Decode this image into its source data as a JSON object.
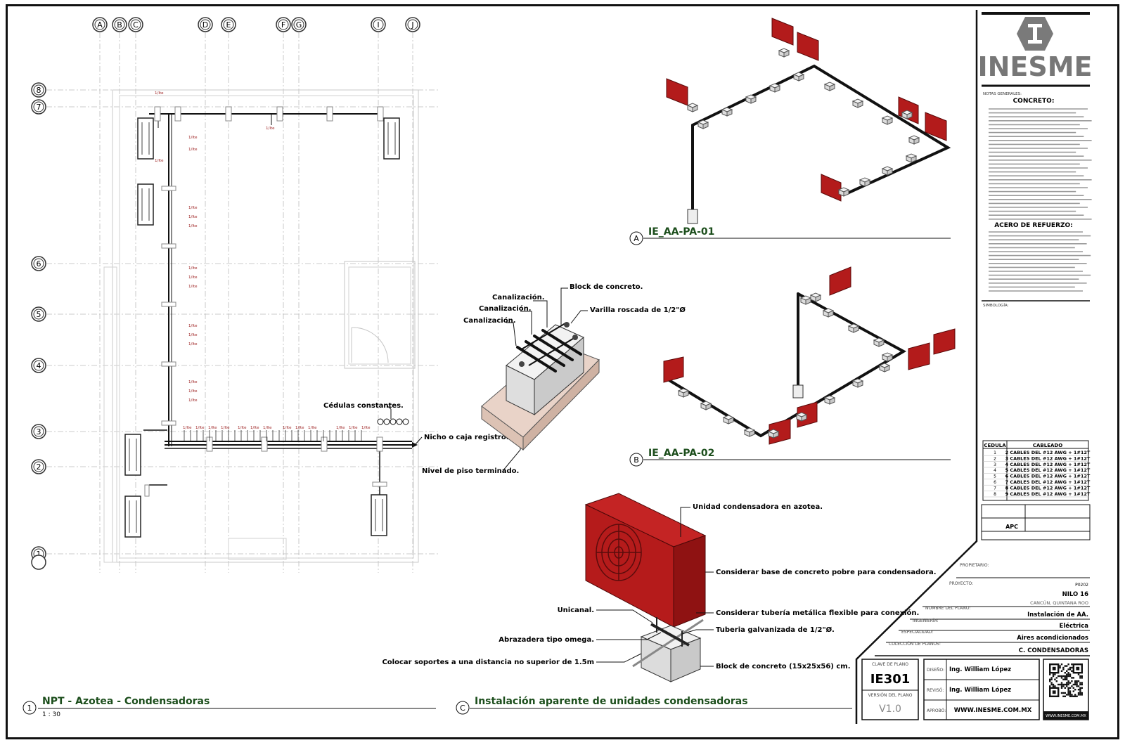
{
  "grid": {
    "columns": [
      "A",
      "B",
      "C",
      "D",
      "E",
      "F",
      "G",
      "I",
      "J"
    ],
    "rows": [
      "8",
      "7",
      "6",
      "5",
      "4",
      "3",
      "2",
      "1"
    ]
  },
  "plan": {
    "circuit_label": "1/Ite",
    "view_number": "1",
    "view_title": "NPT - Azotea - Condensadoras",
    "scale": "1 : 30",
    "callouts": {
      "cedulas": "Cédulas constantes.",
      "nicho": "Nicho o caja registro.",
      "nivel": "Nivel de piso terminado."
    }
  },
  "block_detail": {
    "canalizacion_1": "Canalización.",
    "canalizacion_2": "Canalización.",
    "canalizacion_3": "Canalización.",
    "block": "Block de concreto.",
    "varilla": "Varilla roscada de 1/2\"Ø"
  },
  "iso_a": {
    "letter": "A",
    "title": "IE_AA-PA-01"
  },
  "iso_b": {
    "letter": "B",
    "title": "IE_AA-PA-02"
  },
  "view_c": {
    "letter": "C",
    "title": "Instalación aparente de unidades condensadoras",
    "callouts": {
      "unidad": "Unidad condensadora en azotea.",
      "base": "Considerar base de concreto pobre para condensadora.",
      "tuberia_flex": "Considerar tubería metálica flexible para conexión.",
      "unicanal": "Unicanal.",
      "tuberia_galv": "Tuberia galvanizada de 1/2\"Ø.",
      "abrazadera": "Abrazadera tipo omega.",
      "soportes": "Colocar soportes a una distancia no superior de 1.5m",
      "block": "Block de concreto (15x25x56) cm."
    }
  },
  "title_block": {
    "company": "INESME",
    "notes_label": "NOTAS GENERALES:",
    "concreto_heading": "CONCRETO:",
    "acero_heading": "ACERO DE REFUERZO:",
    "simbologia_label": "SIMBOLOGÍA:",
    "cedula_table": {
      "headers": [
        "CEDULA",
        "CABLEADO"
      ],
      "rows": [
        [
          "1",
          "2 CABLES DEL #12 AWG + 1#12T"
        ],
        [
          "2",
          "3 CABLES DEL #12 AWG + 1#12T"
        ],
        [
          "3",
          "4 CABLES DEL #12 AWG + 1#12T"
        ],
        [
          "4",
          "5 CABLES DEL #12 AWG + 1#12T"
        ],
        [
          "5",
          "6 CABLES DEL #12 AWG + 1#12T"
        ],
        [
          "6",
          "7 CABLES DEL #12 AWG + 1#12T"
        ],
        [
          "7",
          "8 CABLES DEL #12 AWG + 1#12T"
        ],
        [
          "8",
          "9 CABLES DEL #12 AWG + 1#12T"
        ]
      ]
    },
    "modeler_value": "APC",
    "propietario_label": "PROPIETARIO:",
    "proyecto_label": "PROYECTO:",
    "project_code": "P0202",
    "project_name": "NILO 16",
    "location": "CANCÚN, QUINTANA ROO",
    "nombre_label": "NOMBRE DEL PLANO:",
    "plan_name": "Instalación de AA.",
    "ingenieria_label": "INGENIERÍA:",
    "engineering": "Eléctrica",
    "especialidad_label": "ESPECIALIDAD:",
    "specialty": "Aires acondicionados",
    "coleccion_label": "COLECCIÓN DE PLANOS:",
    "collection": "C. CONDENSADORAS",
    "clave_label": "CLAVE DE PLANO",
    "clave": "IE301",
    "version_label": "VERSIÓN DEL PLANO",
    "version": "V1.0",
    "diseno_label": "DISEÑO:",
    "diseno": "Ing. William López",
    "reviso_label": "REVISÓ:",
    "reviso": "Ing. William López",
    "aprobo_label": "APROBÓ:",
    "website": "WWW.INESME.COM.MX",
    "qr_caption": "WWW.INESME.COM.MX"
  }
}
